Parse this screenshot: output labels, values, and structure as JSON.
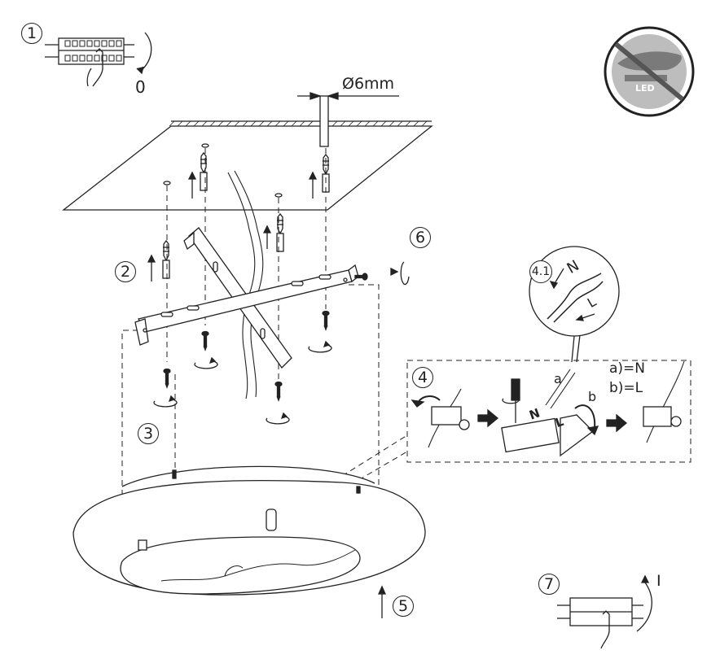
{
  "steps": [
    "1",
    "2",
    "3",
    "4",
    "5",
    "6",
    "7"
  ],
  "substep": "4.1",
  "switch_off": "0",
  "switch_on": "I",
  "drill_diameter": "Ø6mm",
  "wire_labels": {
    "n": "N",
    "l": "L",
    "a": "a",
    "b": "b"
  },
  "terminal_labels": {
    "n": "N",
    "l": "L"
  },
  "legend": {
    "a": "a)=N",
    "b": "b)=L"
  },
  "led_badge": {
    "text": "LED",
    "icon": "no-touch-led-icon"
  }
}
